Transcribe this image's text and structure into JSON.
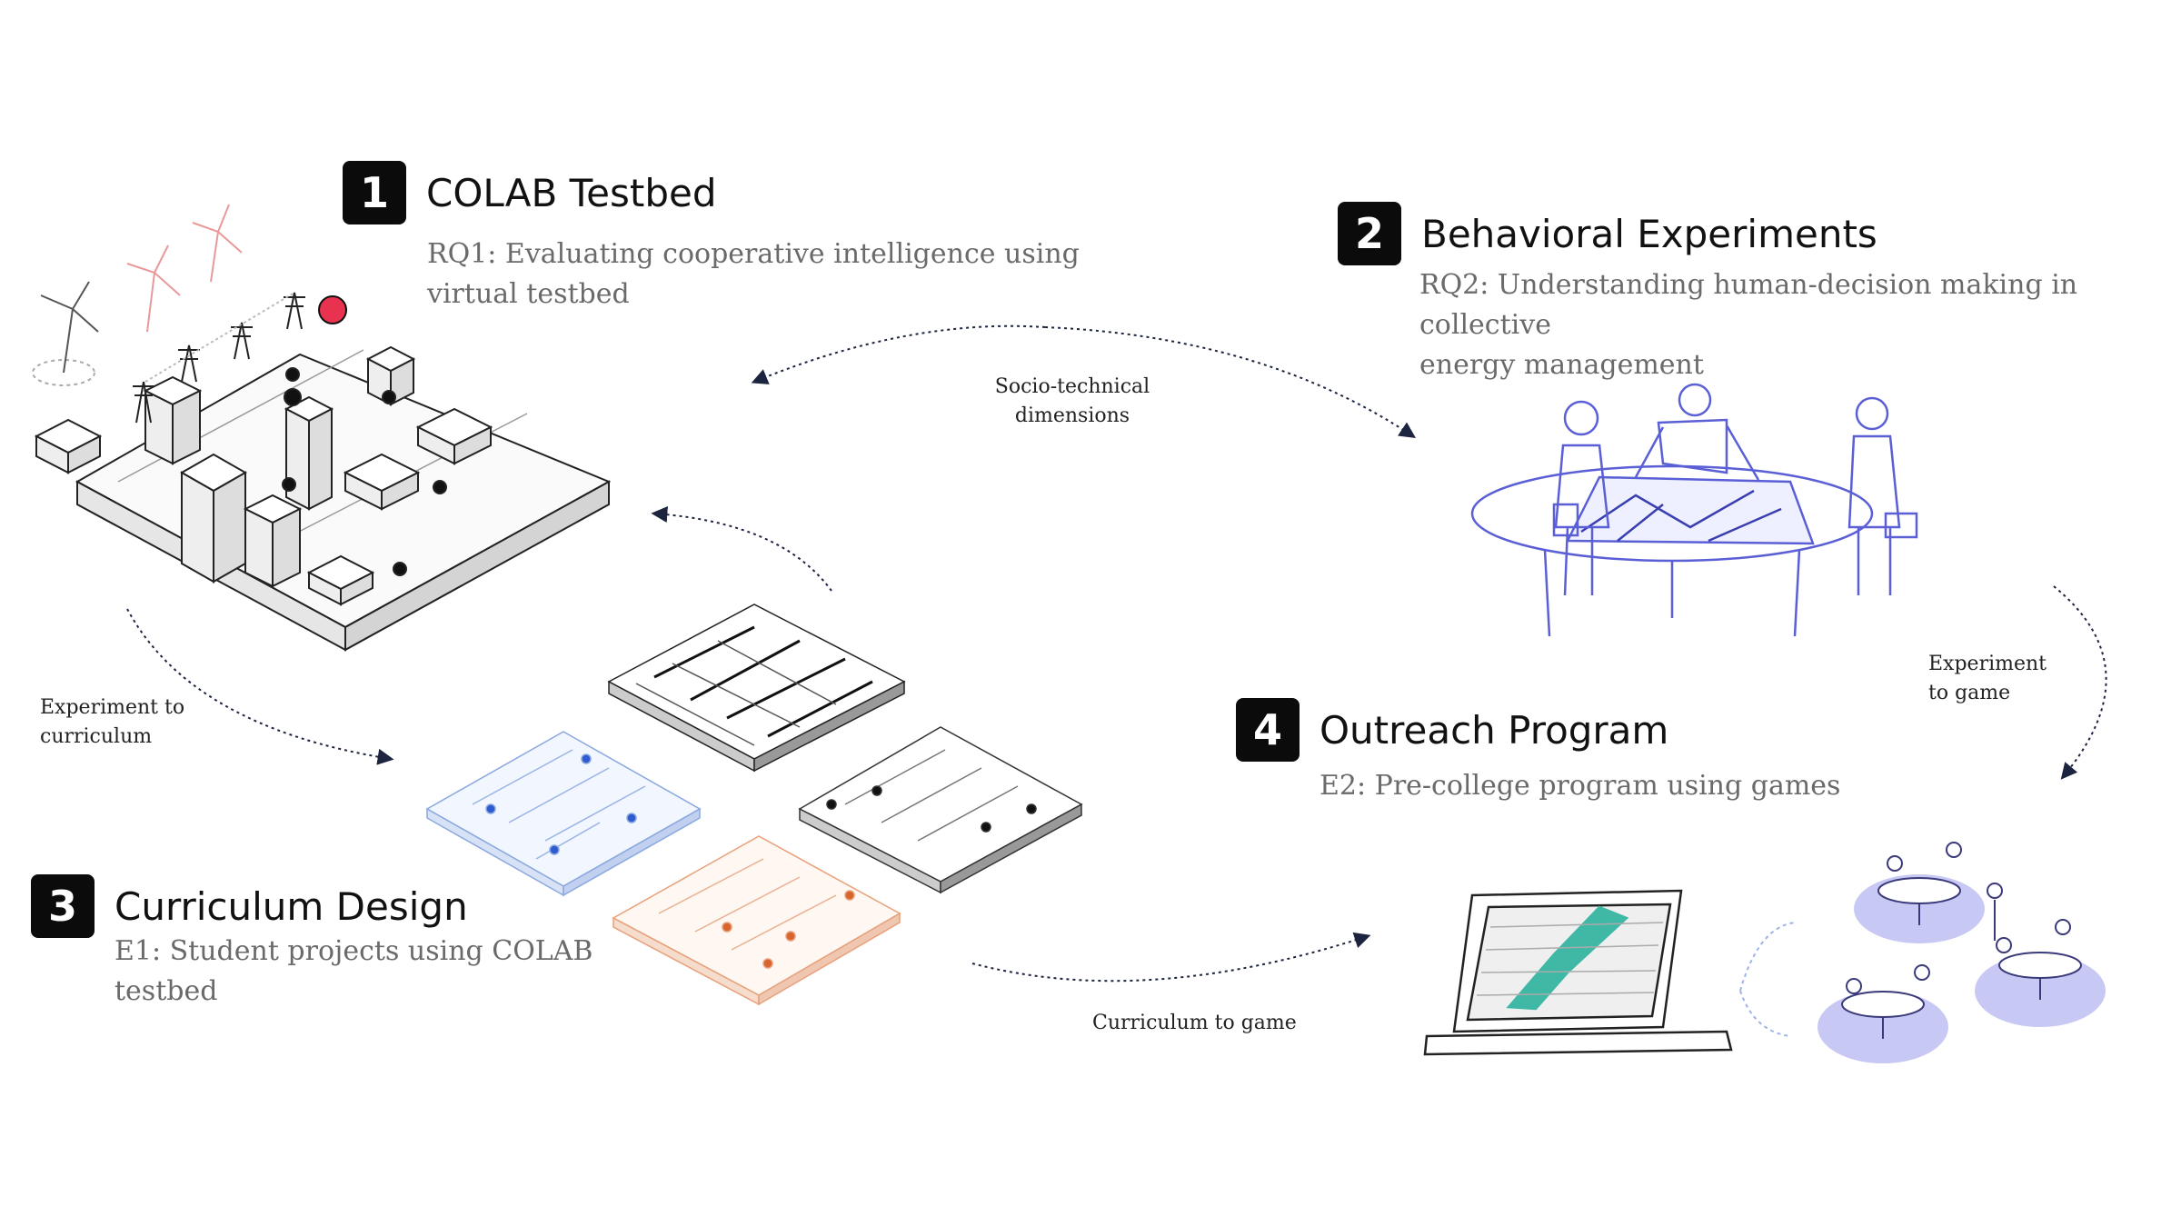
{
  "sections": [
    {
      "number": "1",
      "title": "COLAB Testbed",
      "subtitle_lines": [
        "RQ1: Evaluating cooperative intelligence using",
        "virtual testbed"
      ]
    },
    {
      "number": "2",
      "title": "Behavioral Experiments",
      "subtitle_lines": [
        "RQ2: Understanding human-decision making in collective",
        "energy management"
      ]
    },
    {
      "number": "3",
      "title": "Curriculum Design",
      "subtitle_lines": [
        "E1: Student projects using COLAB",
        "testbed"
      ]
    },
    {
      "number": "4",
      "title": "Outreach Program",
      "subtitle_lines": [
        "E2: Pre-college program using games"
      ]
    }
  ],
  "flows": {
    "socio_technical": [
      "Socio-technical",
      "dimensions"
    ],
    "experiment_to_curriculum": [
      "Experiment to",
      "curriculum"
    ],
    "experiment_to_game": [
      "Experiment",
      "to game"
    ],
    "curriculum_to_game": [
      "Curriculum to game"
    ]
  },
  "colors": {
    "accent_blue": "#5a5fd6",
    "accent_orange": "#e8a07a",
    "accent_teal": "#3fb8a6",
    "badge": "#0b0b0b",
    "subtitle": "#6a6a6a"
  },
  "icons": [
    "wind-turbine-icon",
    "power-tower-icon",
    "city-block-icon",
    "people-at-table-icon",
    "laptop-icon",
    "round-table-icon"
  ]
}
